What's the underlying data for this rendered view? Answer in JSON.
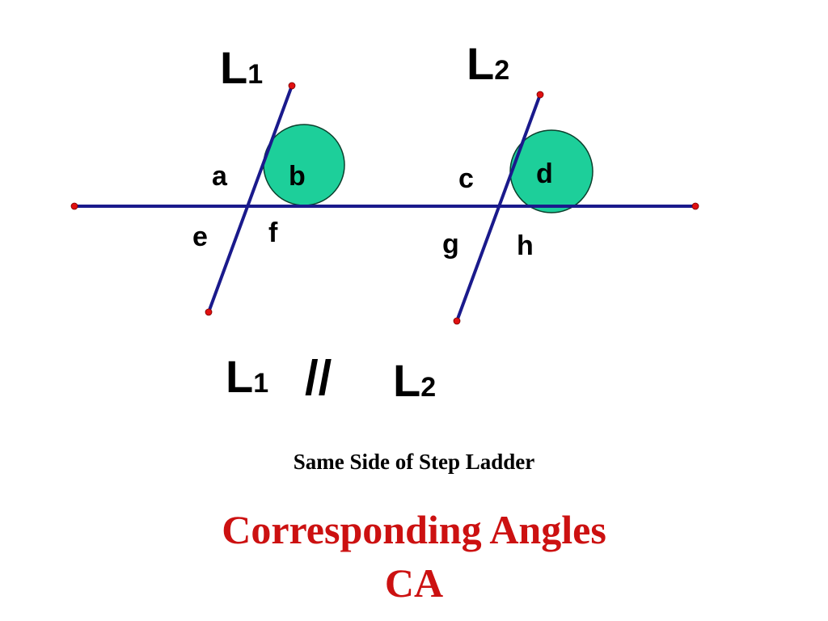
{
  "colors": {
    "line": "#1a1a8c",
    "circle_fill": "#1dcf9a",
    "circle_stroke": "#0b3f2c",
    "endpoint": "#e01010",
    "title": "#cc1111",
    "text": "#000000"
  },
  "lines": {
    "l1": {
      "name": "L",
      "sub": "1"
    },
    "l2": {
      "name": "L",
      "sub": "2"
    }
  },
  "angles": {
    "a": "a",
    "b": "b",
    "c": "c",
    "d": "d",
    "e": "e",
    "f": "f",
    "g": "g",
    "h": "h"
  },
  "relation": {
    "left": {
      "name": "L",
      "sub": "1"
    },
    "symbol": "//",
    "right": {
      "name": "L",
      "sub": "2"
    }
  },
  "caption": "Same Side of Step Ladder",
  "title": {
    "line1": "Corresponding Angles",
    "line2": "CA"
  }
}
